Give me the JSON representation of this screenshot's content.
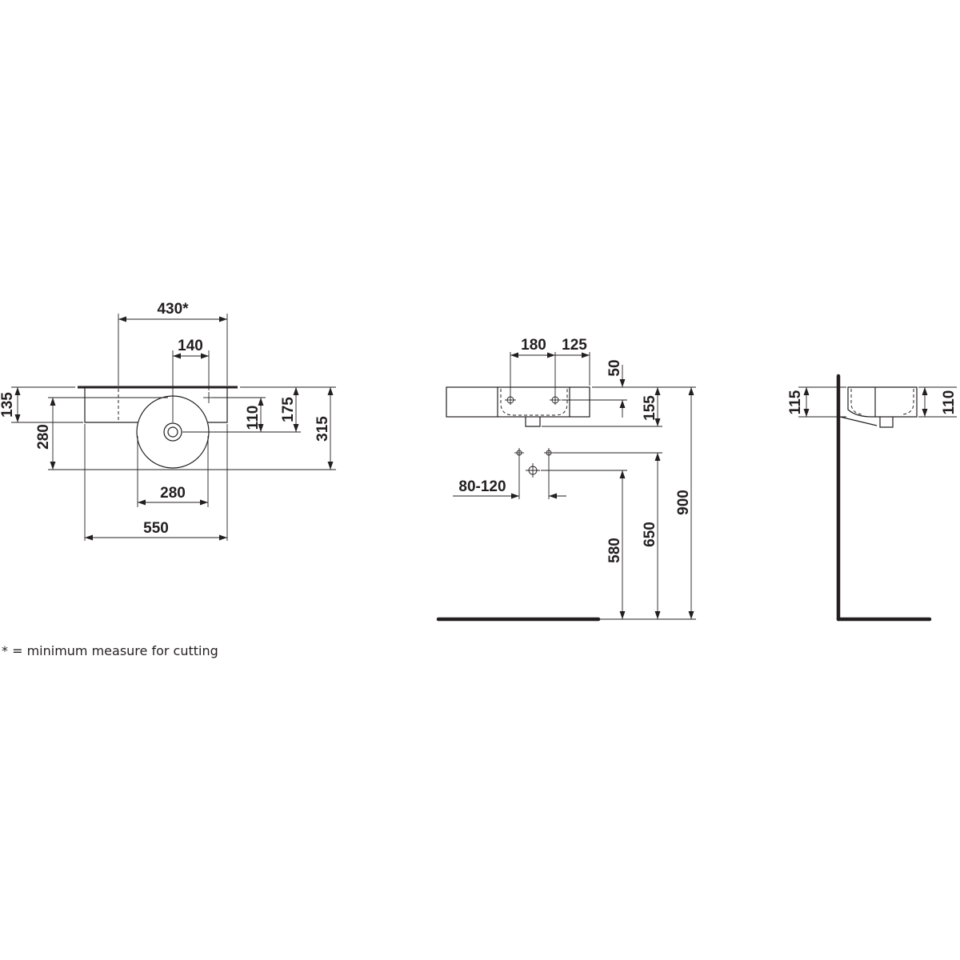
{
  "plan_view": {
    "dim_top_overall": "430*",
    "dim_tap_offset": "140",
    "dim_left_135": "135",
    "dim_left_280": "280",
    "dim_right_110": "110",
    "dim_right_175": "175",
    "dim_right_315": "315",
    "dim_bowl_280": "280",
    "dim_width_550": "550"
  },
  "front_view": {
    "dim_180": "180",
    "dim_125": "125",
    "dim_50": "50",
    "dim_155": "155",
    "dim_range": "80-120",
    "dim_580": "580",
    "dim_650": "650",
    "dim_900": "900"
  },
  "side_view": {
    "dim_115": "115",
    "dim_110": "110"
  },
  "footnote": "* = minimum measure for cutting"
}
